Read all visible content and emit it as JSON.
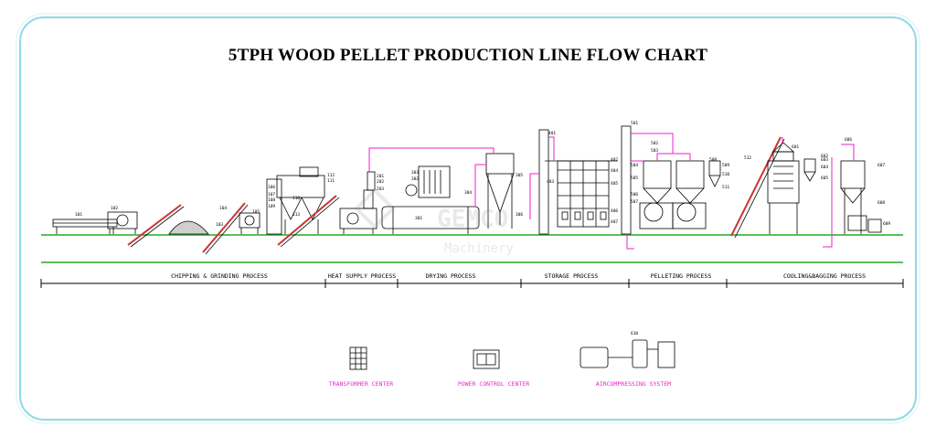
{
  "title": "5TPH WOOD PELLET PRODUCTION LINE FLOW CHART",
  "colors": {
    "border": "#8fd9e6",
    "line": "#000000",
    "pink": "#ee22cc",
    "ground": "#22aa22"
  },
  "processes": [
    "CHIPPING & GRINDING PROCESS",
    "HEAT SUPPLY PROCESS",
    "DRYING PROCESS",
    "STORAGE PROCESS",
    "PELLETING PROCESS",
    "COOLING&BAGGING PROCESS"
  ],
  "equipment_numbers": {
    "n101": "101",
    "n102": "102",
    "n103": "103",
    "n104": "104",
    "n105": "105",
    "n106": "106",
    "n107": "107",
    "n108": "108",
    "n109": "109",
    "n110": "110",
    "n111": "111",
    "n112": "112",
    "n113": "113",
    "n201": "201",
    "n202": "202",
    "n203": "203",
    "n301": "301",
    "n302": "302",
    "n303": "303",
    "n304": "304",
    "n305": "305",
    "n306": "306",
    "n401": "401",
    "n402": "402",
    "n403": "403",
    "n404": "404",
    "n405": "405",
    "n406": "406",
    "n407": "407",
    "n501": "501",
    "n502": "502",
    "n503": "503",
    "n504": "504",
    "n505": "505",
    "n506": "506",
    "n507": "507",
    "n508": "508",
    "n509": "509",
    "n510": "510",
    "n511": "511",
    "n512": "512",
    "n601": "601",
    "n602": "602",
    "n603": "603",
    "n604": "604",
    "n605": "605",
    "n606": "606",
    "n607": "607",
    "n608": "608",
    "n609": "609",
    "n610": "610"
  },
  "auxiliary": [
    "TRANSFORMER CENTER",
    "POWER CONTROL CENTER",
    "AIRCOMPRESSING SYSTEM"
  ],
  "watermark": {
    "brand": "GEMCO",
    "sub": "Machinery"
  }
}
